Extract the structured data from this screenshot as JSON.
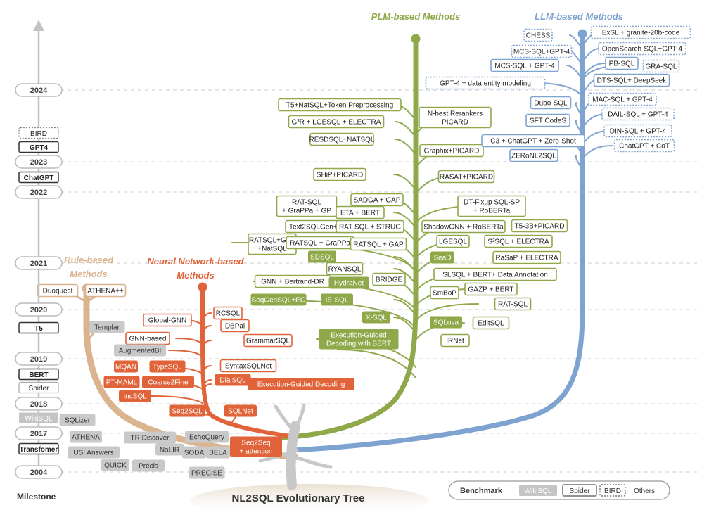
{
  "title": "NL2SQL Evolutionary Tree",
  "milestone_label": "Milestone",
  "colors": {
    "rule": "#d9b48f",
    "neural": "#e0633a",
    "plm": "#8fa84a",
    "llm": "#7fa3d0",
    "trunk": "#c8c8c8",
    "gray_box": "#c9c9c9",
    "grid": "#d8d8d8"
  },
  "categories": {
    "rule": "Rule-based Methods",
    "neural": "Neural Network-based Methods",
    "plm": "PLM-based Methods",
    "llm": "LLM-based Methods"
  },
  "timeline": [
    {
      "label": "2024",
      "kind": "year"
    },
    {
      "label": "BIRD",
      "kind": "bird"
    },
    {
      "label": "GPT4",
      "kind": "milestone"
    },
    {
      "label": "2023",
      "kind": "year"
    },
    {
      "label": "ChatGPT",
      "kind": "milestone"
    },
    {
      "label": "2022",
      "kind": "year"
    },
    {
      "label": "2021",
      "kind": "year"
    },
    {
      "label": "2020",
      "kind": "year"
    },
    {
      "label": "T5",
      "kind": "milestone"
    },
    {
      "label": "2019",
      "kind": "year"
    },
    {
      "label": "BERT",
      "kind": "milestone"
    },
    {
      "label": "Spider",
      "kind": "spider"
    },
    {
      "label": "2018",
      "kind": "year"
    },
    {
      "label": "WikiSQL",
      "kind": "wikisql"
    },
    {
      "label": "2017",
      "kind": "year"
    },
    {
      "label": "Transfomer",
      "kind": "milestone"
    },
    {
      "label": "2004",
      "kind": "year"
    }
  ],
  "legend": {
    "title": "Benchmark",
    "items": [
      {
        "label": "WikiSQL",
        "style": "wikisql"
      },
      {
        "label": "Spider",
        "style": "spider"
      },
      {
        "label": "BIRD",
        "style": "bird"
      },
      {
        "label": "Others",
        "style": "others"
      }
    ]
  },
  "nodes": {
    "rule": [
      {
        "label": "Duoquest",
        "style": "spider"
      },
      {
        "label": "ATHENA++",
        "style": "spider"
      },
      {
        "label": "Templar",
        "style": "others"
      },
      {
        "label": "SQLizer",
        "style": "others"
      },
      {
        "label": "ATHENA",
        "style": "others"
      },
      {
        "label": "TR Discover",
        "style": "others"
      },
      {
        "label": "USI Answers",
        "style": "others"
      },
      {
        "label": "NaLIR",
        "style": "others"
      },
      {
        "label": "QUICK",
        "style": "others"
      },
      {
        "label": "Précis",
        "style": "others"
      },
      {
        "label": "EchoQuery",
        "style": "others"
      },
      {
        "label": "SODA",
        "style": "others"
      },
      {
        "label": "BELA",
        "style": "others"
      },
      {
        "label": "PRECISE",
        "style": "others"
      }
    ],
    "neural": [
      {
        "label": "Global-GNN",
        "style": "spider"
      },
      {
        "label": "GNN-based",
        "style": "spider"
      },
      {
        "label": "AugmentedBI",
        "style": "others"
      },
      {
        "label": "MQAN",
        "style": "wikisql"
      },
      {
        "label": "TypeSQL",
        "style": "wikisql"
      },
      {
        "label": "PT-MAML",
        "style": "wikisql"
      },
      {
        "label": "Coarse2Fine",
        "style": "wikisql"
      },
      {
        "label": "IncSQL",
        "style": "wikisql"
      },
      {
        "label": "RCSQL",
        "style": "spider"
      },
      {
        "label": "DBPal",
        "style": "spider"
      },
      {
        "label": "GrammarSQL",
        "style": "spider"
      },
      {
        "label": "SyntaxSQLNet",
        "style": "spider"
      },
      {
        "label": "DialSQL",
        "style": "wikisql"
      },
      {
        "label": "Execution-Guided Decoding",
        "style": "wikisql"
      },
      {
        "label": "Seq2SQL",
        "style": "wikisql"
      },
      {
        "label": "SQLNet",
        "style": "wikisql"
      },
      {
        "label": "Seq2Seq\n+ attention",
        "style": "wikisql"
      }
    ],
    "plm": [
      {
        "label": "T5+NatSQL+Token Preprocessing",
        "style": "spider"
      },
      {
        "label": "G³R + LGESQL + ELECTRA",
        "style": "spider"
      },
      {
        "label": "RESDSQL+NATSQL",
        "style": "spider"
      },
      {
        "label": "N-best Rerankers\nPICARD",
        "style": "spider"
      },
      {
        "label": "Graphix+PICARD",
        "style": "spider"
      },
      {
        "label": "SHiP+PICARD",
        "style": "spider"
      },
      {
        "label": "RASAT+PICARD",
        "style": "spider"
      },
      {
        "label": "RAT-SQL\n+ GraPPa + GP",
        "style": "spider"
      },
      {
        "label": "SADGA + GAP",
        "style": "spider"
      },
      {
        "label": "ETA + BERT",
        "style": "spider"
      },
      {
        "label": "DT-Fixup SQL-SP\n+ RoBERTa",
        "style": "spider"
      },
      {
        "label": "Text2SQLGen+ EG",
        "style": "spider"
      },
      {
        "label": "RAT-SQL + STRUG",
        "style": "spider"
      },
      {
        "label": "ShadowGNN + RoBERTa",
        "style": "spider"
      },
      {
        "label": "T5-3B+PICARD",
        "style": "spider"
      },
      {
        "label": "RATSQL+GAP\n+NatSQL",
        "style": "spider"
      },
      {
        "label": "RATSQL + GraPPa",
        "style": "spider"
      },
      {
        "label": "RATSQL + GAP",
        "style": "spider"
      },
      {
        "label": "LGESQL",
        "style": "spider"
      },
      {
        "label": "S²SQL + ELECTRA",
        "style": "spider"
      },
      {
        "label": "SDSQL",
        "style": "wikisql"
      },
      {
        "label": "SeaD",
        "style": "wikisql"
      },
      {
        "label": "RaSaP + ELECTRA",
        "style": "spider"
      },
      {
        "label": "RYANSQL",
        "style": "spider"
      },
      {
        "label": "SLSQL + BERT+ Data Annotation",
        "style": "spider"
      },
      {
        "label": "GNN + Bertrand-DR",
        "style": "spider"
      },
      {
        "label": "HydraNet",
        "style": "wikisql"
      },
      {
        "label": "BRIDGE",
        "style": "spider"
      },
      {
        "label": "SmBoP",
        "style": "spider"
      },
      {
        "label": "GAZP + BERT",
        "style": "spider"
      },
      {
        "label": "SeqGenSQL+EG",
        "style": "wikisql"
      },
      {
        "label": "IE-SQL",
        "style": "wikisql"
      },
      {
        "label": "RAT-SQL",
        "style": "spider"
      },
      {
        "label": "X-SQL",
        "style": "wikisql"
      },
      {
        "label": "SQLova",
        "style": "wikisql"
      },
      {
        "label": "EditSQL",
        "style": "spider"
      },
      {
        "label": "Execution-Guided\nDecoding with BERT",
        "style": "wikisql"
      },
      {
        "label": "IRNet",
        "style": "spider"
      }
    ],
    "llm": [
      {
        "label": "CHESS",
        "style": "bird"
      },
      {
        "label": "ExSL + granite-20b-code",
        "style": "bird"
      },
      {
        "label": "MCS-SQL+GPT-4",
        "style": "bird"
      },
      {
        "label": "OpenSearch-SQL+GPT-4",
        "style": "bird"
      },
      {
        "label": "MCS-SQL + GPT-4",
        "style": "spider"
      },
      {
        "label": "PB-SQL",
        "style": "spider"
      },
      {
        "label": "GRA-SQL",
        "style": "bird"
      },
      {
        "label": "GPT-4 + data entity modeling",
        "style": "bird"
      },
      {
        "label": "DTS-SQL+ DeepSeek",
        "style": "spider"
      },
      {
        "label": "MAC-SQL + GPT-4",
        "style": "bird"
      },
      {
        "label": "Dubo-SQL",
        "style": "spider"
      },
      {
        "label": "DAIL-SQL + GPT-4",
        "style": "bird"
      },
      {
        "label": "SFT CodeS",
        "style": "spider"
      },
      {
        "label": "DIN-SQL + GPT-4",
        "style": "bird"
      },
      {
        "label": "C3 + ChatGPT + Zero-Shot",
        "style": "spider"
      },
      {
        "label": "ChatGPT + CoT",
        "style": "bird"
      },
      {
        "label": "ZERoNL2SQL",
        "style": "spider"
      }
    ]
  }
}
